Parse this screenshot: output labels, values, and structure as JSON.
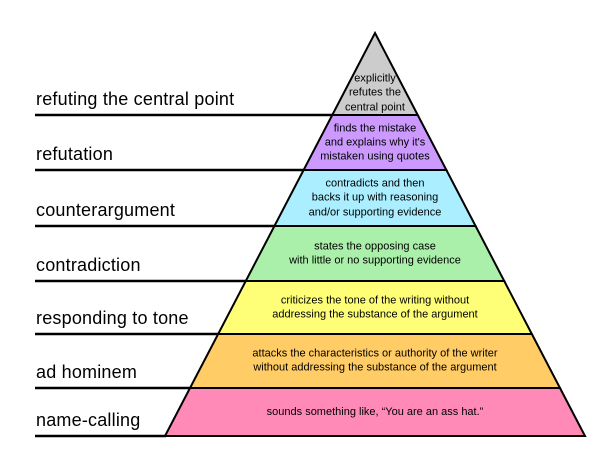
{
  "diagram": {
    "colors": {
      "outline": "#000000",
      "background": "#ffffff"
    },
    "levels": [
      {
        "label": "refuting the central point",
        "description": "explicitly\nrefutes the\ncentral point",
        "color": "#cccccc"
      },
      {
        "label": "refutation",
        "description": "finds the mistake\nand explains why it's\nmistaken using quotes",
        "color": "#cc99ff"
      },
      {
        "label": "counterargument",
        "description": "contradicts and then\nbacks it up with reasoning\nand/or supporting evidence",
        "color": "#aaeeff"
      },
      {
        "label": "contradiction",
        "description": "states the opposing case\nwith little or no supporting evidence",
        "color": "#aaf0aa"
      },
      {
        "label": "responding to tone",
        "description": "criticizes the tone of the writing without\naddressing the substance of the argument",
        "color": "#ffff77"
      },
      {
        "label": "ad hominem",
        "description": "attacks the characteristics or authority of the writer\nwithout addressing the substance of the argument",
        "color": "#ffcc66"
      },
      {
        "label": "name-calling",
        "description": "sounds something like, “You are an ass hat.”",
        "color": "#ff8ab8"
      }
    ]
  }
}
